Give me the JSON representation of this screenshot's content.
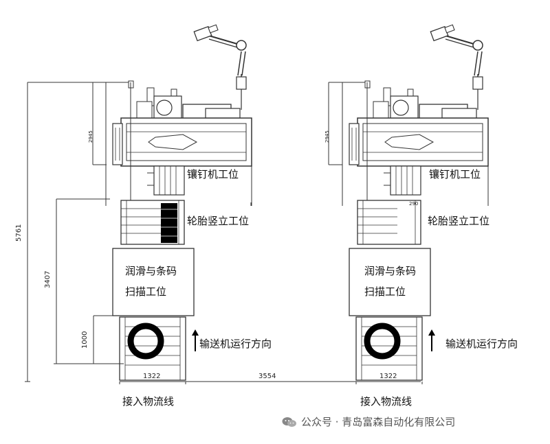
{
  "labels": {
    "nail_station": "镶钉机工位",
    "tire_upright_station": "轮胎竖立工位",
    "lube_scan_line1": "润滑与条码",
    "lube_scan_line2": "扫描工位",
    "conveyor_direction": "输送机运行方向",
    "inbound_line": "接入物流线"
  },
  "dimensions": {
    "overall_height": "5761",
    "mid_height": "3407",
    "lower_height": "1000",
    "conveyor_width": "1322",
    "spacing": "3554",
    "machine_height": "2945",
    "top_offset": "290"
  },
  "watermark": {
    "text": "公众号 · 青岛富森自动化有限公司",
    "icon": "wechat-icon"
  },
  "colors": {
    "line": "#333333",
    "fill_dark": "#000000",
    "background": "#ffffff"
  }
}
